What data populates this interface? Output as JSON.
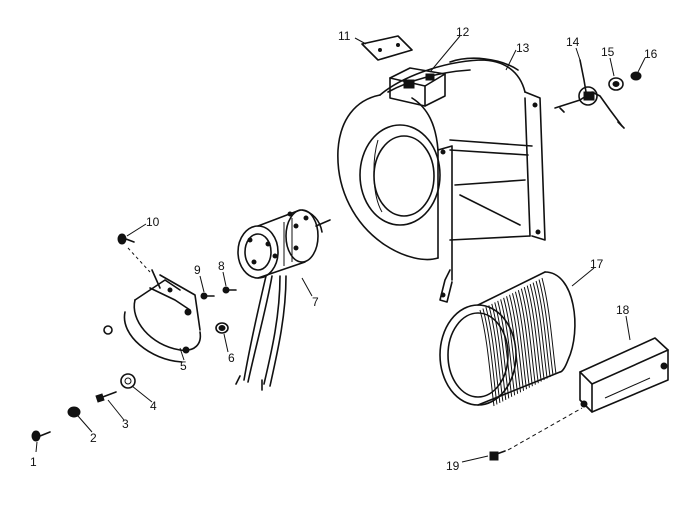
{
  "diagram": {
    "parts": [
      {
        "id": "p1",
        "label": "1"
      },
      {
        "id": "p2",
        "label": "2"
      },
      {
        "id": "p3",
        "label": "3"
      },
      {
        "id": "p4",
        "label": "4"
      },
      {
        "id": "p5",
        "label": "5"
      },
      {
        "id": "p6",
        "label": "6"
      },
      {
        "id": "p7",
        "label": "7"
      },
      {
        "id": "p8",
        "label": "8"
      },
      {
        "id": "p9",
        "label": "9"
      },
      {
        "id": "p10",
        "label": "10"
      },
      {
        "id": "p11",
        "label": "11"
      },
      {
        "id": "p12",
        "label": "12"
      },
      {
        "id": "p13",
        "label": "13"
      },
      {
        "id": "p14",
        "label": "14"
      },
      {
        "id": "p15",
        "label": "15"
      },
      {
        "id": "p16",
        "label": "16"
      },
      {
        "id": "p17",
        "label": "17"
      },
      {
        "id": "p18",
        "label": "18"
      },
      {
        "id": "p19",
        "label": "19"
      }
    ]
  }
}
